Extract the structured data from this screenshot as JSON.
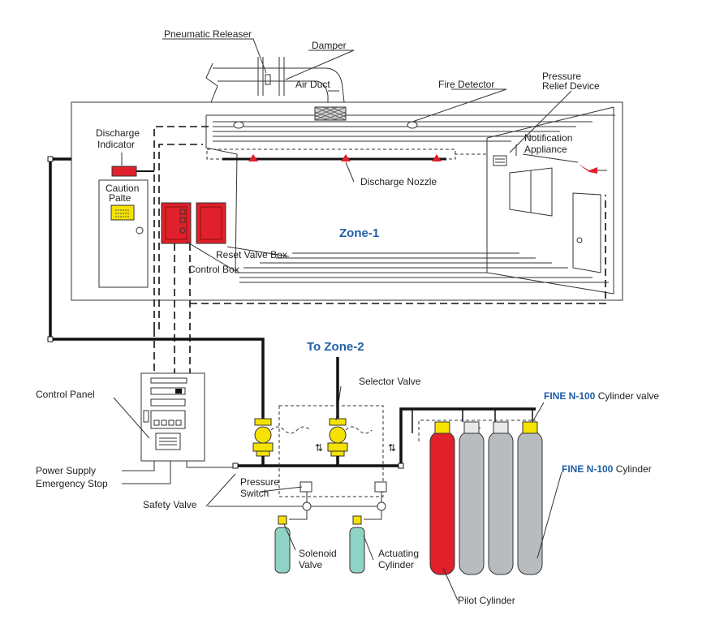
{
  "zones": {
    "zone1": "Zone-1",
    "zone2": "To Zone-2"
  },
  "labels": {
    "pneumatic_releaser": "Pneumatic Releaser",
    "damper": "Damper",
    "air_duct": "Air Duct",
    "fire_detector": "Fire Detector",
    "pressure_relief_1": "Pressure",
    "pressure_relief_2": "Relief Device",
    "discharge_indicator_1": "Discharge",
    "discharge_indicator_2": "Indicator",
    "caution_1": "Caution",
    "caution_2": "Palte",
    "notification_1": "Notification",
    "notification_2": "Appliance",
    "discharge_nozzle": "Discharge Nozzle",
    "reset_valve_box": "Reset Valve Box",
    "control_box": "Control Box",
    "selector_valve": "Selector Valve",
    "control_panel": "Control Panel",
    "cylinder_valve_brand": "FINE N-100",
    "cylinder_valve_text": " Cylinder valve",
    "cylinder_brand": "FINE N-100",
    "cylinder_text": " Cylinder",
    "power_supply": "Power Supply",
    "emergency_stop": "Emergency Stop",
    "safety_valve": "Safety Valve",
    "pressure_switch_1": "Pressure",
    "pressure_switch_2": "Switch",
    "solenoid_1": "Solenoid",
    "solenoid_2": "Valve",
    "actuating_1": "Actuating",
    "actuating_2": "Cylinder",
    "pilot_cylinder": "Pilot Cylinder"
  },
  "colors": {
    "accent_blue": "#1f5fa8",
    "fire_red": "#e0202a",
    "valve_yellow": "#f5e200",
    "cylinder_gray": "#b9bcbf",
    "actuator_teal": "#8fd3c4"
  }
}
